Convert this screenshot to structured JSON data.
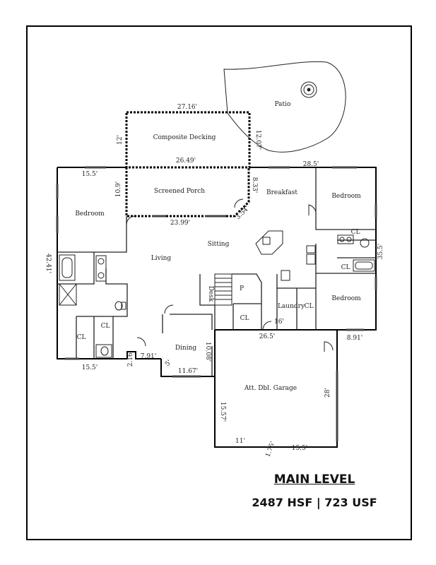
{
  "rooms": {
    "patio": "Patio",
    "composite_decking": "Composite Decking",
    "screened_porch": "Screened Porch",
    "breakfast": "Breakfast",
    "bedroom_left": "Bedroom",
    "bedroom_right_top": "Bedroom",
    "bedroom_right_bottom": "Bedroom",
    "sitting": "Sitting",
    "living": "Living",
    "desk": "Desk",
    "pantry": "P",
    "laundry": "Laundry",
    "cl_laundry": "CL",
    "cl_stair": "CL",
    "cl_right_bath": "CL",
    "cl_right_closet": "CL",
    "cl_hall": "CL",
    "cl_left": "CL",
    "dining": "Dining",
    "garage": "Att. Dbl. Garage"
  },
  "dimensions": {
    "deck_top": "27.16'",
    "deck_left": "12'",
    "deck_right": "12.07'",
    "deck_bottom": "26.49'",
    "bedroom_top": "15.5'",
    "porch_left": "10.9'",
    "porch_bottom": "23.99'",
    "porch_right": "8.33'",
    "porch_angle": "3.54'",
    "breakfast_top": "28.5'",
    "left_side": "42.41'",
    "right_side": "35.5'",
    "garage_top": "26.5'",
    "garage_left_notch": "16'",
    "garage_right_top": "8.91'",
    "bottom_left": "15.5'",
    "entry_width": "2.16'",
    "entry_depth": "7.91'",
    "dining_side": "10.08'",
    "dining_angle": "5'",
    "dining_bottom": "11.67'",
    "garage_right": "28'",
    "garage_left": "15.57'",
    "garage_bottom_left": "11'",
    "garage_bottom_mid": "1.75'",
    "garage_bottom_right": "15.5'"
  },
  "footer": {
    "level_title": "MAIN LEVEL",
    "area": "2487 HSF | 723 USF"
  }
}
